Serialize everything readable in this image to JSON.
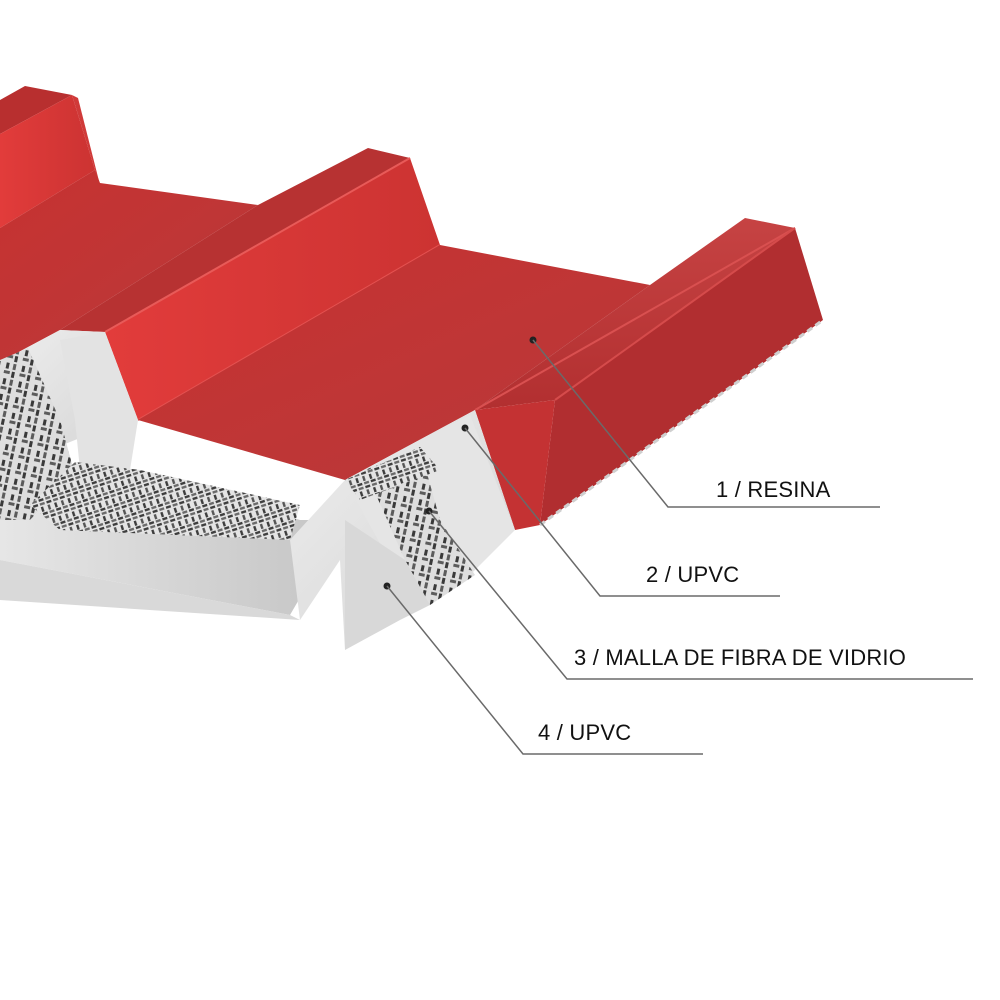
{
  "diagram": {
    "subject": "Corrugated trapezoidal roofing sheet cross-section",
    "colors": {
      "resin_red": "#c8302f",
      "resin_red_light": "#df4443",
      "resin_red_dark": "#a8282a",
      "upvc_grey": "#dcdcdc",
      "upvc_grey_light": "#ececec",
      "upvc_grey_dark": "#bdbdbd",
      "mesh_dark": "#4a4a4a",
      "leader_line": "#6a6a6a",
      "label_text": "#111111",
      "background": "#ffffff"
    },
    "callouts": [
      {
        "id": 1,
        "label": "1 / RESINA",
        "layer": "resin"
      },
      {
        "id": 2,
        "label": "2 / UPVC",
        "layer": "upvc-top"
      },
      {
        "id": 3,
        "label": "3 / MALLA DE FIBRA DE VIDRIO",
        "layer": "fiberglass-mesh"
      },
      {
        "id": 4,
        "label": "4 / UPVC",
        "layer": "upvc-bottom"
      }
    ]
  }
}
